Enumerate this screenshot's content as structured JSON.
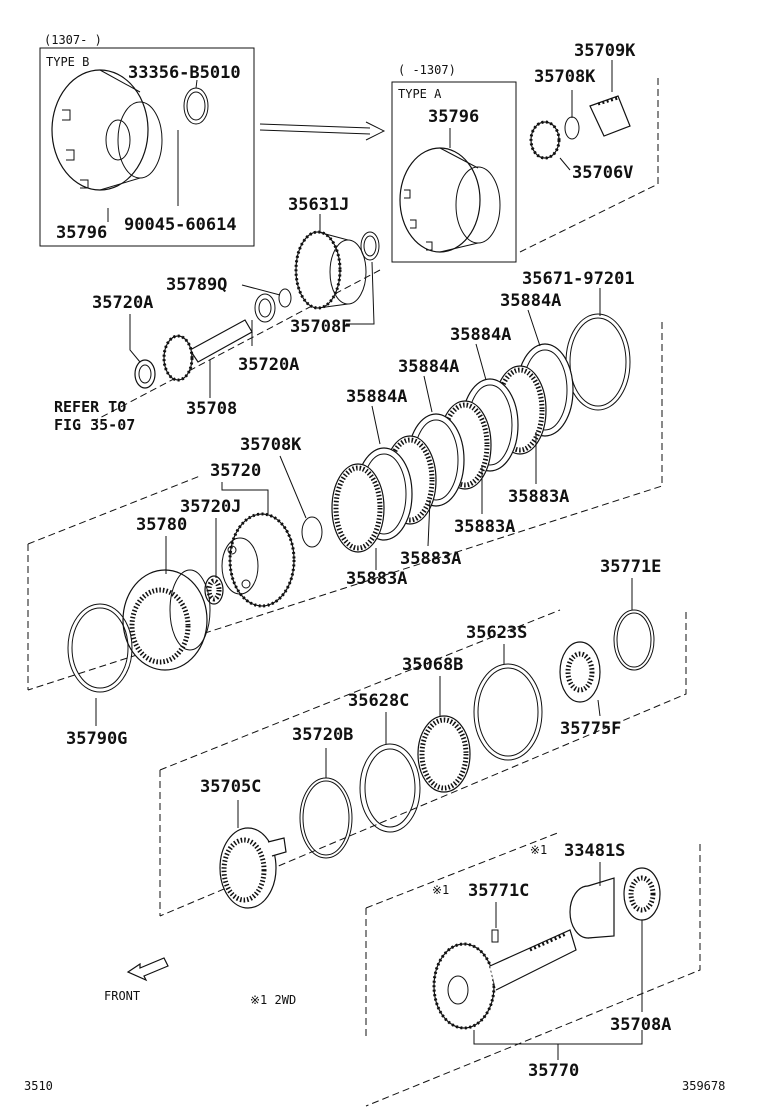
{
  "diagram": {
    "type_b_box": {
      "range": "(1307-      )",
      "type": "TYPE B",
      "parts": {
        "snap_ring": "33356-B5010",
        "bolt": "90045-60614",
        "drum": "35796"
      }
    },
    "type_a_box": {
      "range": "(      -1307)",
      "type": "TYPE A",
      "parts": {
        "drum": "35796"
      }
    },
    "labels": {
      "p35709K": "35709K",
      "p35708K_top": "35708K",
      "p35706V": "35706V",
      "p35631J": "35631J",
      "p35789Q": "35789Q",
      "p35708F": "35708F",
      "p35720A_left": "35720A",
      "p35720A_right": "35720A",
      "p35708": "35708",
      "p35671": "35671-97201",
      "p35884A_1": "35884A",
      "p35884A_2": "35884A",
      "p35884A_3": "35884A",
      "p35884A_4": "35884A",
      "p35883A_1": "35883A",
      "p35883A_2": "35883A",
      "p35883A_3": "35883A",
      "p35883A_4": "35883A",
      "p35708K_mid": "35708K",
      "p35720": "35720",
      "p35720J": "35720J",
      "p35780": "35780",
      "p35790G": "35790G",
      "p35771E": "35771E",
      "p35623S": "35623S",
      "p35068B": "35068B",
      "p35628C": "35628C",
      "p35775F": "35775F",
      "p35720B": "35720B",
      "p35705C": "35705C",
      "p33481S": "33481S",
      "p35771C": "35771C",
      "p35708A": "35708A",
      "p35770": "35770"
    },
    "refer_line1": "REFER TO",
    "refer_line2": "FIG 35-07",
    "note_mark_1": "※1",
    "note_mark_2": "※1",
    "footnote": "※1  2WD",
    "front": "FRONT",
    "page_code": "3510",
    "drawing_no": "359678"
  }
}
